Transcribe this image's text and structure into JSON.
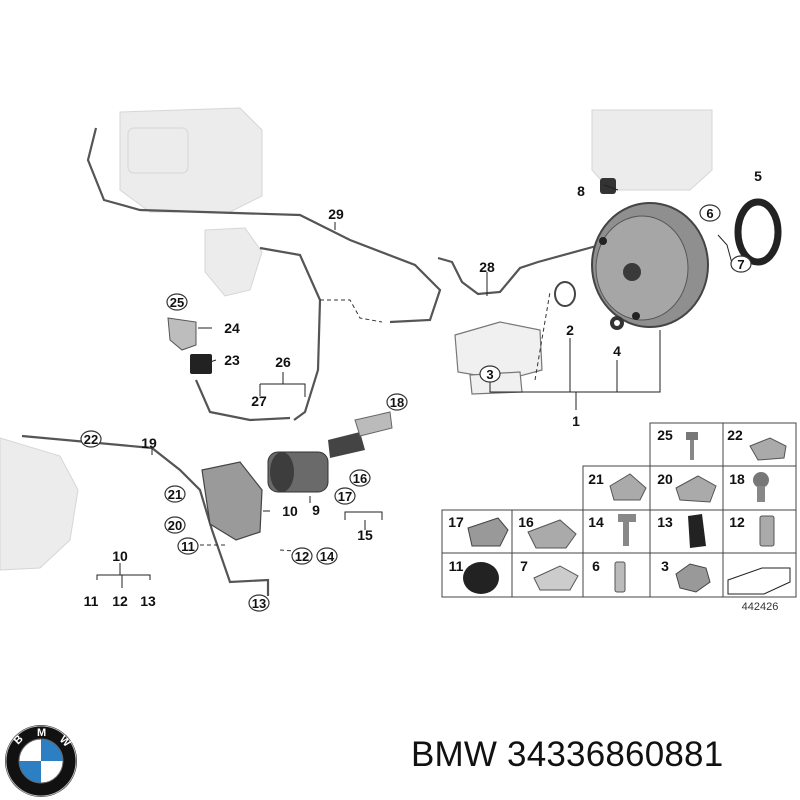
{
  "diagram": {
    "main_callouts": {
      "c1": "1",
      "c2": "2",
      "c3": "3",
      "c4": "4",
      "c5": "5",
      "c6": "6",
      "c7": "7",
      "c8": "8",
      "c9": "9",
      "c10": "10",
      "c11": "11",
      "c12": "12",
      "c13": "13",
      "c14": "14",
      "c15": "15",
      "c16": "16",
      "c17": "17",
      "c18": "18",
      "c19": "19",
      "c20": "20",
      "c21": "21",
      "c22": "22",
      "c23": "23",
      "c24": "24",
      "c25": "25",
      "c26": "26",
      "c27": "27",
      "c28": "28",
      "c29": "29",
      "c10b": "10",
      "c11b": "11",
      "c12b": "12",
      "c13b": "13"
    },
    "parts_grid": {
      "cells": [
        "25",
        "22",
        "21",
        "20",
        "18",
        "17",
        "16",
        "14",
        "13",
        "12",
        "11",
        "7",
        "6",
        "3"
      ]
    },
    "reference_number": "442426"
  },
  "caption": {
    "brand": "BMW",
    "part_number": "34336860881",
    "text": "BMW 34336860881"
  },
  "logo": {
    "letters": "BMW",
    "colors": {
      "blue": "#2b7fc2",
      "black": "#111111",
      "white": "#ffffff"
    }
  }
}
